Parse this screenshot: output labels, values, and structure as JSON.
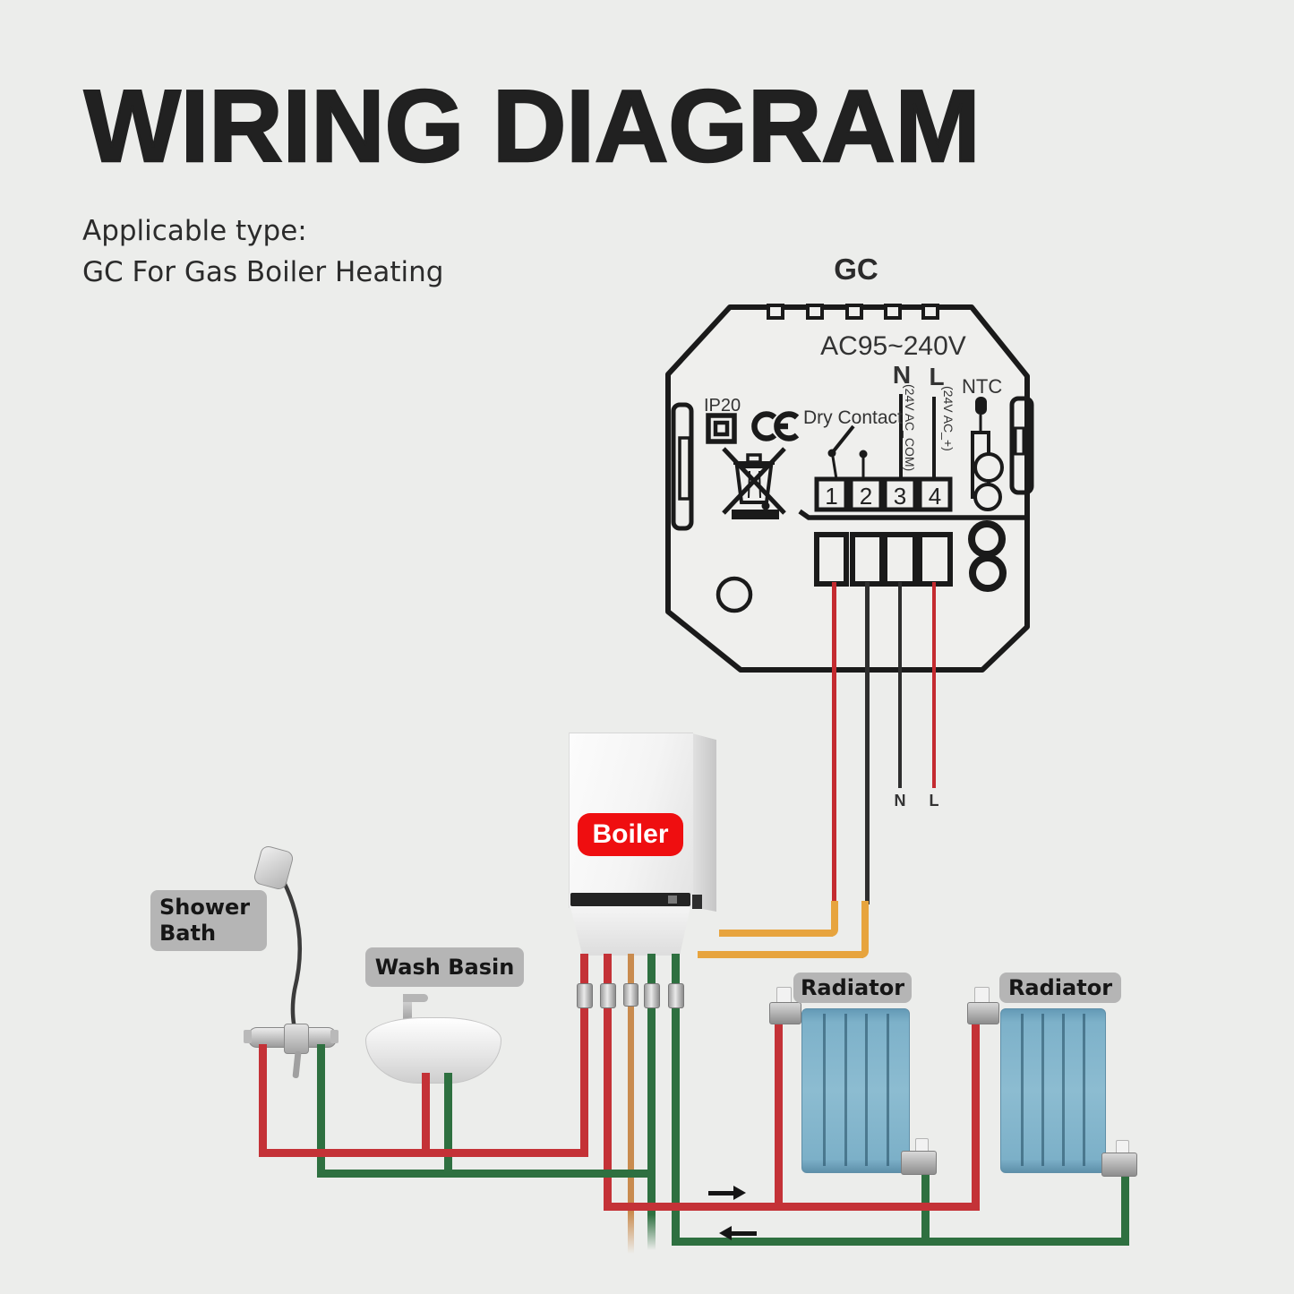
{
  "page": {
    "title": "WIRING DIAGRAM",
    "subtitle_line1": "Applicable type:",
    "subtitle_line2": "GC For Gas Boiler Heating"
  },
  "thermostat": {
    "model_label": "GC",
    "voltage": "AC95~240V",
    "n_label": "N",
    "l_label": "L",
    "ntc_label": "NTC",
    "com_label": "(24V AC_COM)",
    "plus_label": "(24V AC_+)",
    "dry_contact_label": "Dry Contact",
    "ip_rating": "IP20",
    "terminals": [
      "1",
      "2",
      "3",
      "4"
    ]
  },
  "wiring": {
    "neutral_label": "N",
    "live_label": "L"
  },
  "appliances": {
    "boiler_label": "Boiler",
    "shower_label_line1": "Shower",
    "shower_label_line2": "Bath",
    "wash_basin_label": "Wash Basin",
    "radiator1_label": "Radiator",
    "radiator2_label": "Radiator"
  },
  "colors": {
    "hot_pipe_red": "#c43237",
    "return_pipe_green": "#2e7040",
    "gas_pipe_orange": "#c98b4e",
    "boiler_signal_wire_orange": "#e7a43e",
    "live_wire_red": "#c42b30",
    "neutral_wire_black": "#2e2e2e",
    "boiler_badge_red": "#ef0e10",
    "label_background_gray": "#b5b5b5",
    "radiator_blue": "#85b8cd",
    "diagram_ink": "#1a1a1a",
    "background": "#ecedeb"
  }
}
